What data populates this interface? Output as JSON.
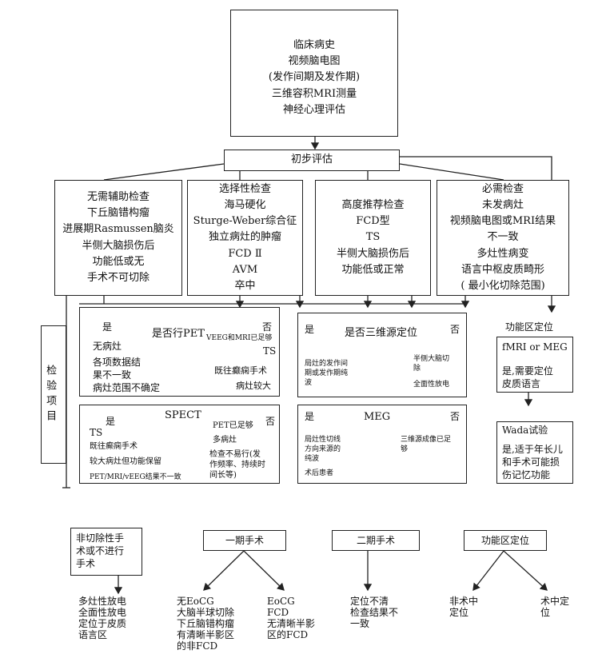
{
  "top": {
    "lines": [
      "临床病史",
      "视频脑电图",
      "(发作间期及发作期)",
      "三维容积MRI测量",
      "神经心理评估"
    ]
  },
  "initial": {
    "label": "初步评估"
  },
  "categories": [
    {
      "lines": [
        "无需辅助检查",
        "下丘脑错构瘤",
        "进展期Rasmussen脑炎",
        "半侧大脑损伤后",
        "功能低或无",
        "手术不可切除"
      ]
    },
    {
      "lines": [
        "选择性检查",
        "海马硬化",
        "Sturge-Weber综合征",
        "独立病灶的肿瘤",
        "FCD Ⅱ",
        "AVM",
        "卒中"
      ]
    },
    {
      "lines": [
        "高度推荐检查",
        "FCD型",
        "TS",
        "半侧大脑损伤后",
        "功能低或正常"
      ]
    },
    {
      "lines": [
        "必需检查",
        "未发病灶",
        "视频脑电图或MRI结果",
        "不一致",
        "多灶性病变",
        "语言中枢皮质畸形",
        "( 最小化切除范围)"
      ]
    }
  ],
  "exam_label": "检验项目",
  "pet": {
    "question": "是否行PET",
    "yes": "是",
    "no": "否",
    "yes_items": [
      "无病灶",
      "各项数据结",
      "果不一致",
      "病灶范围不确定"
    ],
    "no_note": "VEEG和MRI已足够",
    "no_ts": "TS",
    "no_items": [
      "既往癫痫手术",
      "病灶较大"
    ]
  },
  "source3d": {
    "question": "是否三维源定位",
    "yes": "是",
    "no": "否",
    "yes_items": [
      "局灶的发作间",
      "期或发作期纯",
      "波"
    ],
    "no_items": [
      "半侧大脑切",
      "除"
    ],
    "no_note": "全面性放电"
  },
  "spect": {
    "question": "SPECT",
    "yes": "是",
    "no": "否",
    "yes_items": [
      "TS",
      "既往癫痫手术",
      "较大病灶但功能保留",
      "PET/MRI/vEEG结果不一致"
    ],
    "no_items": [
      "PET已足够",
      "多病灶"
    ],
    "no_note": [
      "检查不易行(发",
      "作频率、持续时",
      "间长等)"
    ]
  },
  "meg": {
    "question": "MEG",
    "yes": "是",
    "no": "否",
    "yes_items": [
      "局灶性切线",
      "方向来源的",
      "纯波"
    ],
    "no_items": [
      "三维源成像已足",
      "够"
    ],
    "yes_note": "术后患者"
  },
  "functional": {
    "title": "功能区定位",
    "box1_title": "fMRI or MEG",
    "box1_lines": [
      "是,需要定位",
      "皮质语言"
    ],
    "box2_title": "Wada试验",
    "box2_lines": [
      "是,适于年长儿",
      "和手术可能损",
      "伤记忆功能"
    ]
  },
  "outcomes": [
    {
      "box": [
        "非切除性手",
        "术或不进行",
        "手术"
      ],
      "results": [
        [
          "多灶性放电",
          "全面性放电",
          "定位于皮质",
          "语言区"
        ]
      ]
    },
    {
      "box": [
        "一期手术"
      ],
      "results": [
        [
          "无EoCG",
          "大脑半球切除",
          "下丘脑错构瘤",
          "有清晰半影区",
          "的非FCD"
        ],
        [
          "EoCG",
          "FCD",
          "无清晰半影",
          "区的FCD"
        ]
      ]
    },
    {
      "box": [
        "二期手术"
      ],
      "results": [
        [
          "定位不清",
          "检查结果不",
          "一致"
        ]
      ]
    },
    {
      "box": [
        "功能区定位"
      ],
      "results": [
        [
          "非术中",
          "定位"
        ],
        [
          "术中定",
          "位"
        ]
      ]
    }
  ]
}
